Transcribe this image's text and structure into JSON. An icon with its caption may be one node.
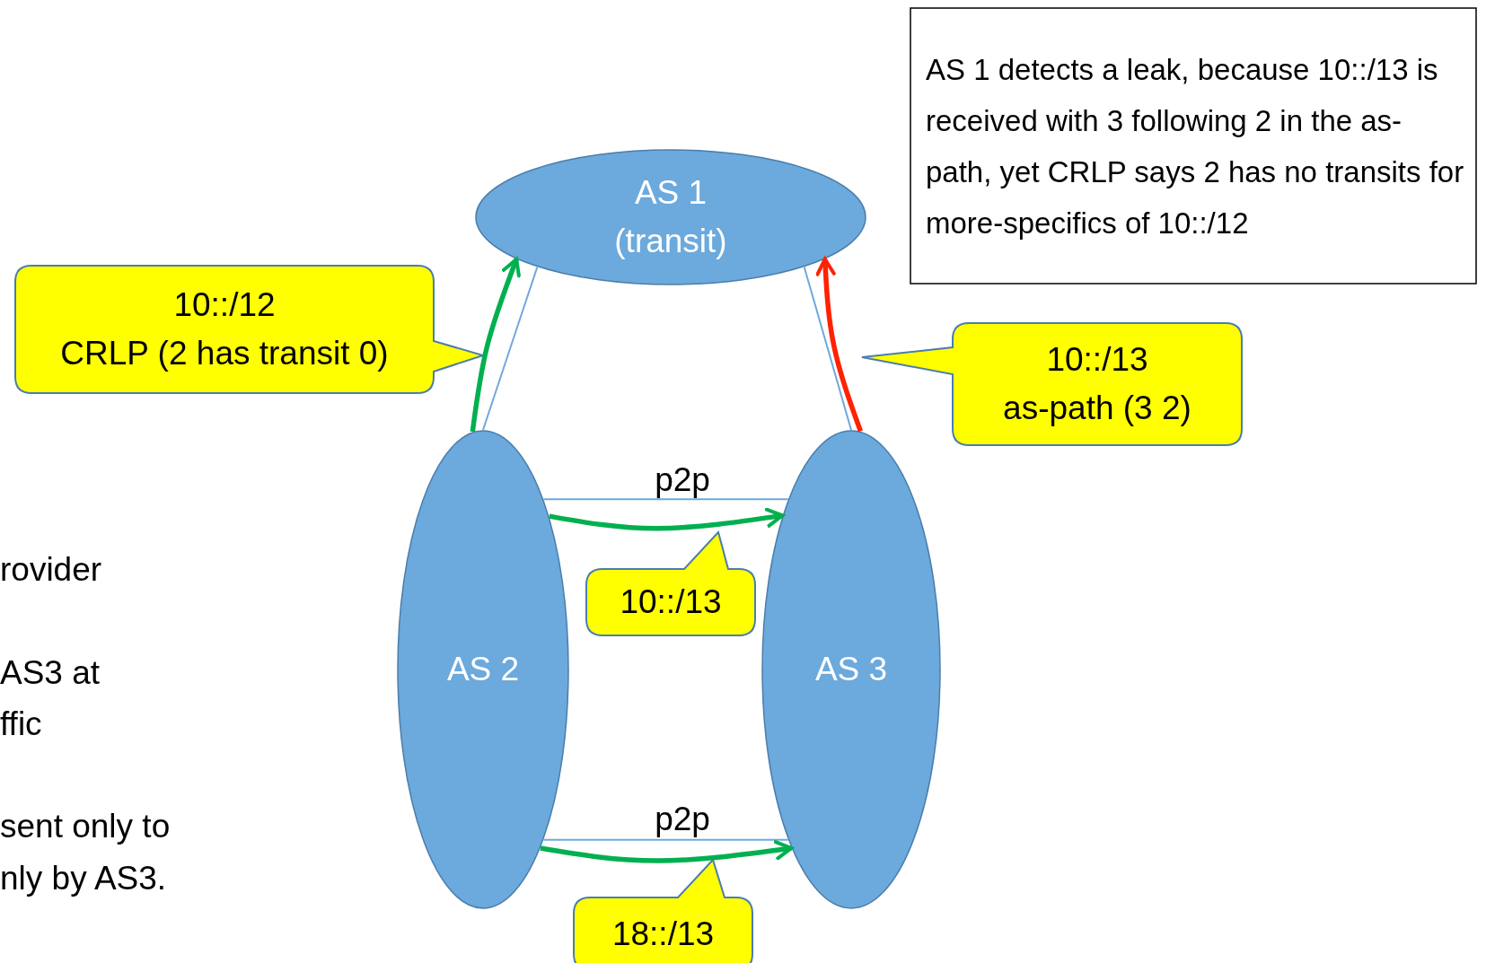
{
  "diagram": {
    "nodes": [
      {
        "text": [
          "AS 1 (transit)"
        ]
      },
      {
        "text": [
          "AS 2"
        ]
      },
      {
        "text": [
          "AS 3"
        ]
      },
      {
        "text": [
          "10::/12",
          "CRLP (2 has transit 0)"
        ]
      },
      {
        "text": [
          "10::/13",
          "as-path (3 2)"
        ]
      },
      {
        "text": [
          "10::/13"
        ]
      },
      {
        "text": [
          "18::/13"
        ]
      },
      {
        "text": [
          "AS 1 detects a leak, because 10::/13 is received with 3 following 2 in the as-path, yet CRLP says 2 has no transits for more-specifics of 10::/12"
        ]
      }
    ],
    "edges": [
      {
        "from": 1,
        "to": 0,
        "arrow": "none",
        "color": "#6fa8dc"
      },
      {
        "from": 2,
        "to": 0,
        "arrow": "none",
        "color": "#6fa8dc"
      },
      {
        "from": 1,
        "to": 2,
        "arrow": "none",
        "label": "p2p",
        "color": "#6fa8dc"
      },
      {
        "from": 1,
        "to": 2,
        "arrow": "none",
        "label": "p2p",
        "color": "#6fa8dc"
      },
      {
        "from": 1,
        "to": 0,
        "arrow": "to",
        "style": "thick",
        "color": "#00b050"
      },
      {
        "from": 2,
        "to": 0,
        "arrow": "to",
        "style": "thick",
        "color": "#ff2200"
      },
      {
        "from": 1,
        "to": 2,
        "arrow": "to",
        "style": "thick",
        "color": "#00b050"
      },
      {
        "from": 1,
        "to": 2,
        "arrow": "to",
        "style": "thick",
        "color": "#00b050"
      }
    ],
    "labels": [
      "rovider",
      "AS3 at",
      "ffic",
      "sent only to",
      "nly by AS3."
    ]
  }
}
